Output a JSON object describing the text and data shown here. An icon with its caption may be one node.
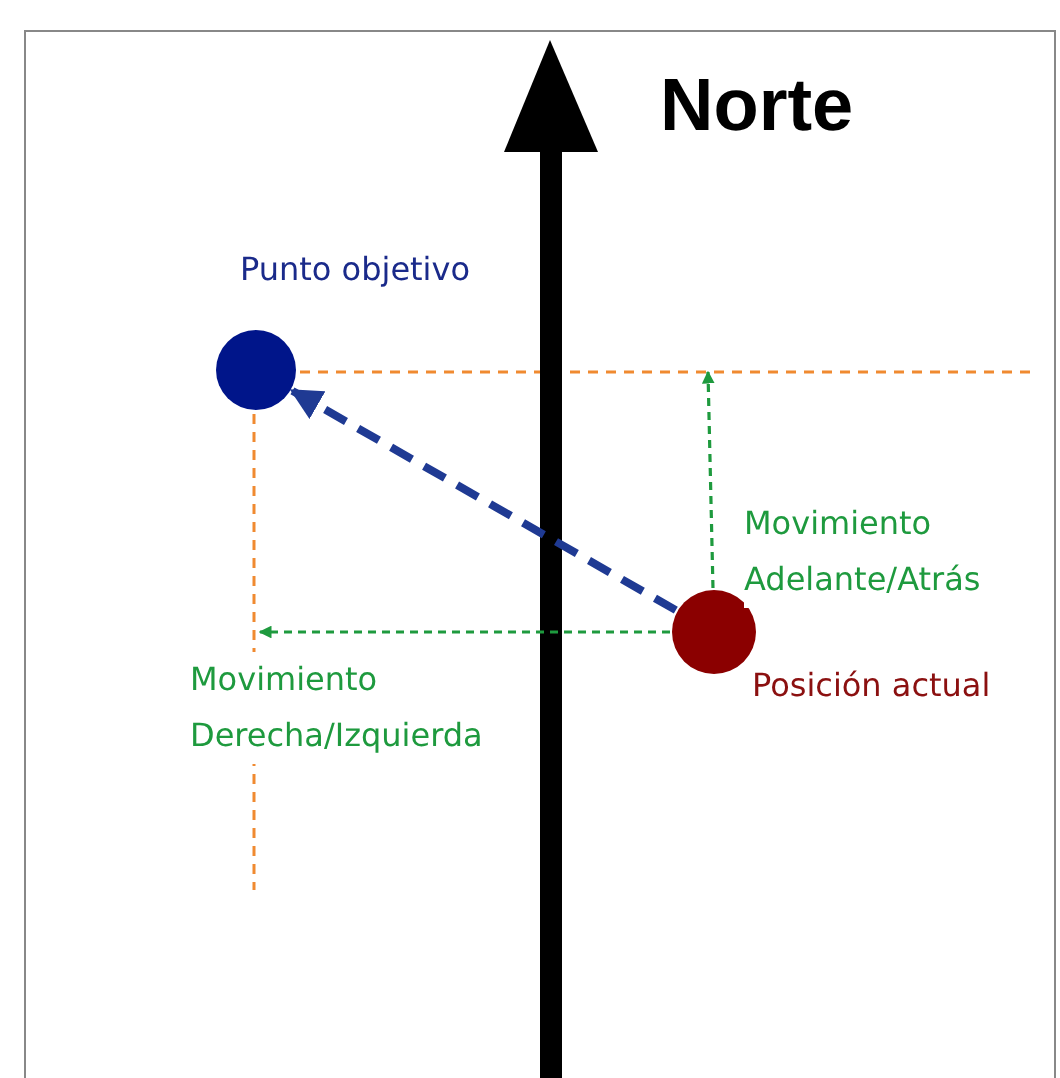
{
  "diagram": {
    "nodes": [
      {
        "text": [],
        "shape": "circle",
        "beside": [
          "Punto objetivo"
        ]
      },
      {
        "text": [],
        "shape": "circle",
        "beside": [
          "Posición actual"
        ]
      }
    ],
    "edges": [
      {
        "from": 1,
        "to": 0,
        "arrow": "to",
        "style": "dashed",
        "color": "#1f3a93"
      },
      {
        "from": 1,
        "to": null,
        "arrow": "to",
        "style": "dashed",
        "color": "#1e9a3e",
        "label": "Movimiento Adelante/Atrás"
      },
      {
        "from": 1,
        "to": null,
        "arrow": "to",
        "style": "dashed",
        "color": "#1e9a3e",
        "label": "Movimiento Derecha/Izquierda"
      }
    ],
    "labels": [
      "Norte"
    ]
  }
}
